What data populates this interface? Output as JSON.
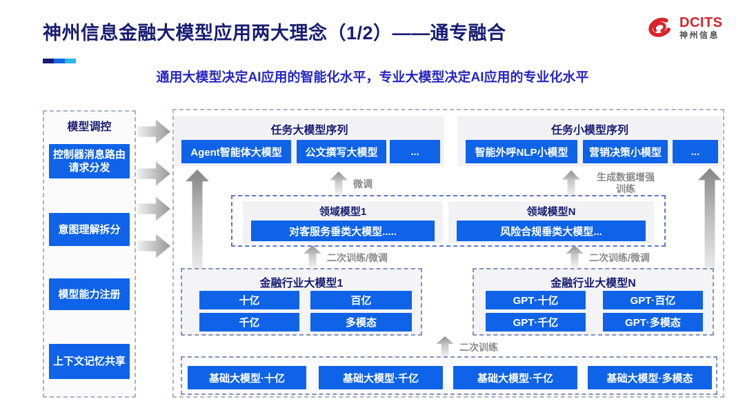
{
  "header": {
    "title": "神州信息金融大模型应用两大理念（1/2）——通专融合",
    "subtitle": "通用大模型决定AI应用的智能化水平，专业大模型决定AI应用的专业化水平",
    "logo": {
      "brand": "DCITS",
      "brand_cn": "神州信息"
    }
  },
  "sidebar": {
    "title": "模型调控",
    "items": [
      "控制器消息路由请求分发",
      "意图理解拆分",
      "模型能力注册",
      "上下文记忆共享"
    ]
  },
  "diagram": {
    "task_large": {
      "title": "任务大模型序列",
      "items": [
        "Agent智能体大模型",
        "公文撰写大模型",
        "..."
      ]
    },
    "task_small": {
      "title": "任务小模型序列",
      "items": [
        "智能外呼NLP小模型",
        "营销决策小模型",
        "..."
      ]
    },
    "domain_models": [
      {
        "title": "领域模型1",
        "item": "对客服务垂类大模型....."
      },
      {
        "title": "领域模型N",
        "item": "风险合规垂类大模型..."
      }
    ],
    "industry_models": [
      {
        "title": "金融行业大模型1",
        "items": [
          "十亿",
          "百亿",
          "千亿",
          "多模态"
        ]
      },
      {
        "title": "金融行业大模型N",
        "items": [
          "GPT·十亿",
          "GPT·百亿",
          "GPT·千亿",
          "GPT·多模态"
        ]
      }
    ],
    "base_models": [
      "基础大模型·十亿",
      "基础大模型·千亿",
      "基础大模型·千亿",
      "基础大模型·多模态"
    ],
    "flow_labels": {
      "finetune": "微调",
      "gen_line1": "生成数据增强",
      "gen_line2": "训练",
      "retrain_finetune_left": "二次训练/微调",
      "retrain_finetune_right": "二次训练/微调",
      "retrain": "二次训练"
    }
  },
  "colors": {
    "navy": "#181c72",
    "subtitle_blue": "#2626c4",
    "box_blue": "#0e63e8",
    "brand_red": "#d8232a",
    "label_gray": "#8a8a8a",
    "accent_cyan": "#2cb6e9"
  }
}
